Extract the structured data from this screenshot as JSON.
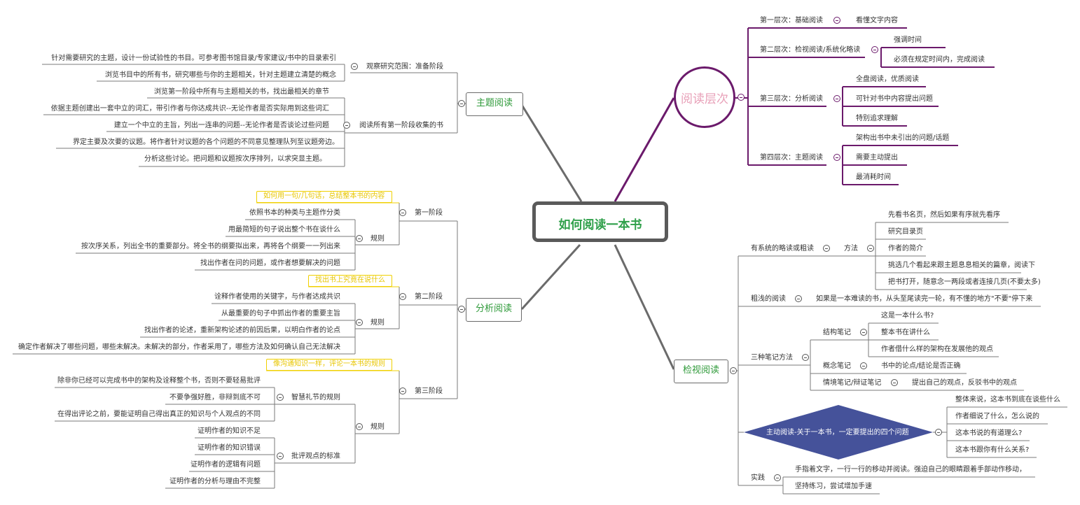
{
  "root": "如何阅读一本书",
  "levels": {
    "title": "阅读层次",
    "l1": "第一层次：基础阅读",
    "l1a": "看懂文字内容",
    "l2": "第二层次：检视阅读/系统化略读",
    "l2a": "强调时间",
    "l2b": "必须在规定时间内，完成阅读",
    "l3": "第三层次：分析阅读",
    "l3a": "全盘阅读，优质阅读",
    "l3b": "可针对书中内容提出问题",
    "l3c": "特别追求理解",
    "l4": "第四层次：主题阅读",
    "l4a": "架构出书中未引出的问题/话题",
    "l4b": "需要主动提出",
    "l4c": "最消耗时间"
  },
  "topic": {
    "title": "主题阅读",
    "p1": "观察研究范围：准备阶段",
    "p1a": "针对需要研究的主题，设计一份试验性的书目。可参考图书馆目录/专家建议/书中的目录索引",
    "p1b": "浏览书目中的所有书，研究哪些与你的主题相关，针对主题建立清楚的概念",
    "p2": "阅读所有第一阶段收集的书",
    "p2a": "浏览第一阶段中所有与主题相关的书，找出最相关的章节",
    "p2b": "依据主题创建出一套中立的词汇，带引作者与你达成共识--无论作者是否实际用到这些词汇",
    "p2c": "建立一个中立的主旨，列出一连串的问题--无论作者是否谈论过些问题",
    "p2d": "界定主要及次要的议题。将作者针对议题的各个问题的不同意见整理队列至议题旁边。",
    "p2e": "分析这些讨论。把问题和议题按次序排列，以求突显主题。"
  },
  "analysis": {
    "title": "分析阅读",
    "s1": "第一阶段",
    "s1note": "如何用一句/几句话，总结整本书的内容",
    "s1rule": "规则",
    "s1a": "依照书本的种类与主题作分类",
    "s1b": "用最简短的句子说出整个书在谈什么",
    "s1c": "按次序关系，列出全书的重要部分。将全书的纲要拟出来，再将各个纲要一一列出来",
    "s1d": "找出作者在问的问题，或作者想要解决的问题",
    "s2": "第二阶段",
    "s2note": "找出书上究竟在说什么",
    "s2rule": "规则",
    "s2a": "诠释作者使用的关键字，与作者达成共识",
    "s2b": "从最重要的句子中抓出作者的重要主旨",
    "s2c": "找出作者的论述，重新架构论述的前因后果，以明白作者的论点",
    "s2d": "确定作者解决了哪些问题，哪些未解决。未解决的部分，作者采用了，哪些方法及如何确认自己无法解决",
    "s3": "第三阶段",
    "s3note": "像沟通知识一样，评论一本书的规则",
    "s3rule": "规则",
    "s3w": "智慧礼节的规则",
    "s3wa": "除非你已经可以完成书中的架构及诠释整个书，否则不要轻易批评",
    "s3wb": "不要争强好胜，非辩到底不可",
    "s3wc": "在得出评论之前，要能证明自己得出真正的知识与个人观点的不同",
    "s3c": "批评观点的标准",
    "s3ca": "证明作者的知识不足",
    "s3cb": "证明作者的知识错误",
    "s3cc": "证明作者的逻辑有问题",
    "s3cd": "证明作者的分析与理由不完整"
  },
  "inspect": {
    "title": "检视阅读",
    "sys": "有系统的略读或粗读",
    "method": "方法",
    "m1": "先看书名页，然后如果有序就先看序",
    "m2": "研究目录页",
    "m3": "作者的简介",
    "m4": "挑选几个看起来跟主题息息相关的篇章，阅读下",
    "m5": "把书打开，随意念一两段或者连接几页(不要太多)",
    "shallow": "粗浅的阅读",
    "shallow_a": "如果是一本难读的书，从头至尾读完一轮，有不懂的地方\"不要\"停下来",
    "notes": "三种笔记方法",
    "n1": "结构笔记",
    "n1a": "这是一本什么书?",
    "n1b": "整本书在讲什么",
    "n1c": "作者借什么样的架构在发展他的观点",
    "n2": "概念笔记",
    "n2a": "书中的论点/结论是否正确",
    "n3": "情境笔记/辩证笔记",
    "n3a": "提出自己的观点，反驳书中的观点",
    "active": "主动阅读-关于一本书，一定要提出的四个问题",
    "q1": "整体来说，这本书到底在谈些什么",
    "q2": "作者细说了什么，怎么说的",
    "q3": "这本书说的有道理么?",
    "q4": "这本书跟你有什么关系?",
    "practice": "实践",
    "pa": "手指着文字，一行一行的移动并阅读。强迫自己的眼睛跟着手部动作移动，",
    "pb": "坚持练习，尝试增加手速"
  },
  "colors": {
    "levels": "#6b1a6b",
    "branch": "#6b6b6b",
    "note": "#f0d000",
    "diamond": "#45529a"
  }
}
